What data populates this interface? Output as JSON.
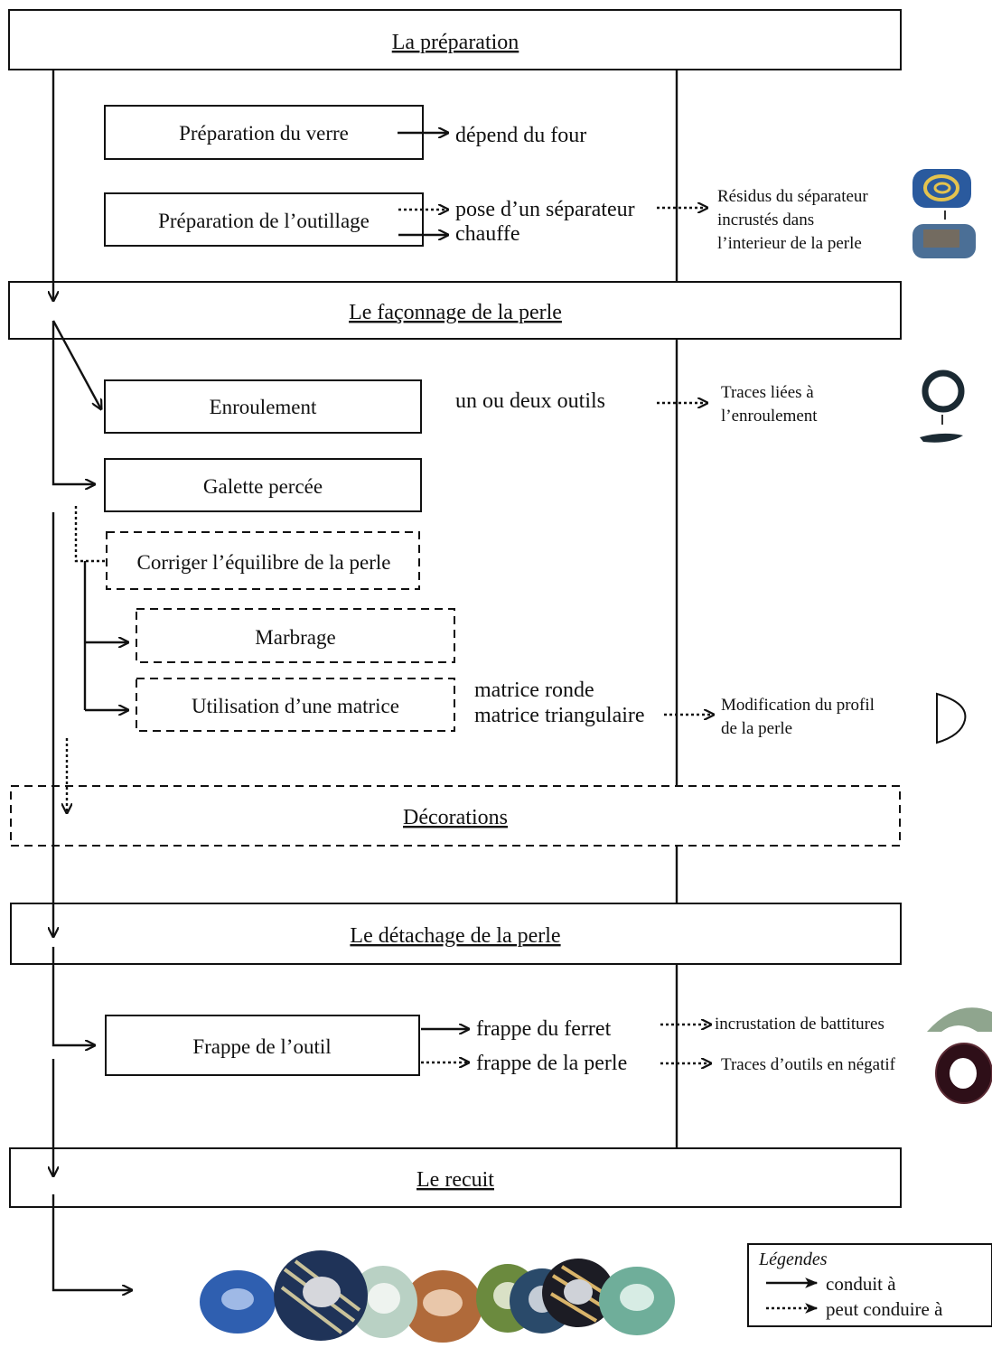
{
  "stages": {
    "preparation": "La préparation",
    "faconnage": "Le façonnage de la perle",
    "decorations": "Décorations",
    "detachage": "Le détachage de la perle",
    "recuit": "Le recuit"
  },
  "steps": {
    "prep_verre": "Préparation du verre",
    "prep_outillage": "Préparation de l’outillage",
    "enroulement": "Enroulement",
    "galette": "Galette percée",
    "corriger": "Corriger l’équilibre de la perle",
    "marbrage": "Marbrage",
    "matrice": "Utilisation d’une matrice",
    "frappe_outil": "Frappe de l’outil"
  },
  "outcomes": {
    "four": "dépend du four",
    "separateur": "pose d’un séparateur",
    "chauffe": "chauffe",
    "outils": "un ou deux outils",
    "matrice_ronde": "matrice ronde",
    "matrice_tri": "matrice triangulaire",
    "frappe_ferret": "frappe du ferret",
    "frappe_perle": "frappe de la perle"
  },
  "traces": {
    "residus": [
      "Résidus du séparateur",
      "incrustés dans",
      "l’interieur de la perle"
    ],
    "enroulement": [
      "Traces liées à",
      "l’enroulement"
    ],
    "profil": [
      "Modification du profil",
      "de la perle"
    ],
    "battitures": "incrustation de battitures",
    "negatif": "Traces d’outils en négatif"
  },
  "legend": {
    "title": "Légendes",
    "solid": "conduit à",
    "dotted": "peut conduire à"
  },
  "colors": {
    "ink": "#111111",
    "bead_blue": "#2f5fb0",
    "bead_dark_blue": "#1f3358",
    "bead_green": "#6fae9a",
    "bead_amber": "#b06a3a",
    "bead_dark": "#3a1c22"
  }
}
